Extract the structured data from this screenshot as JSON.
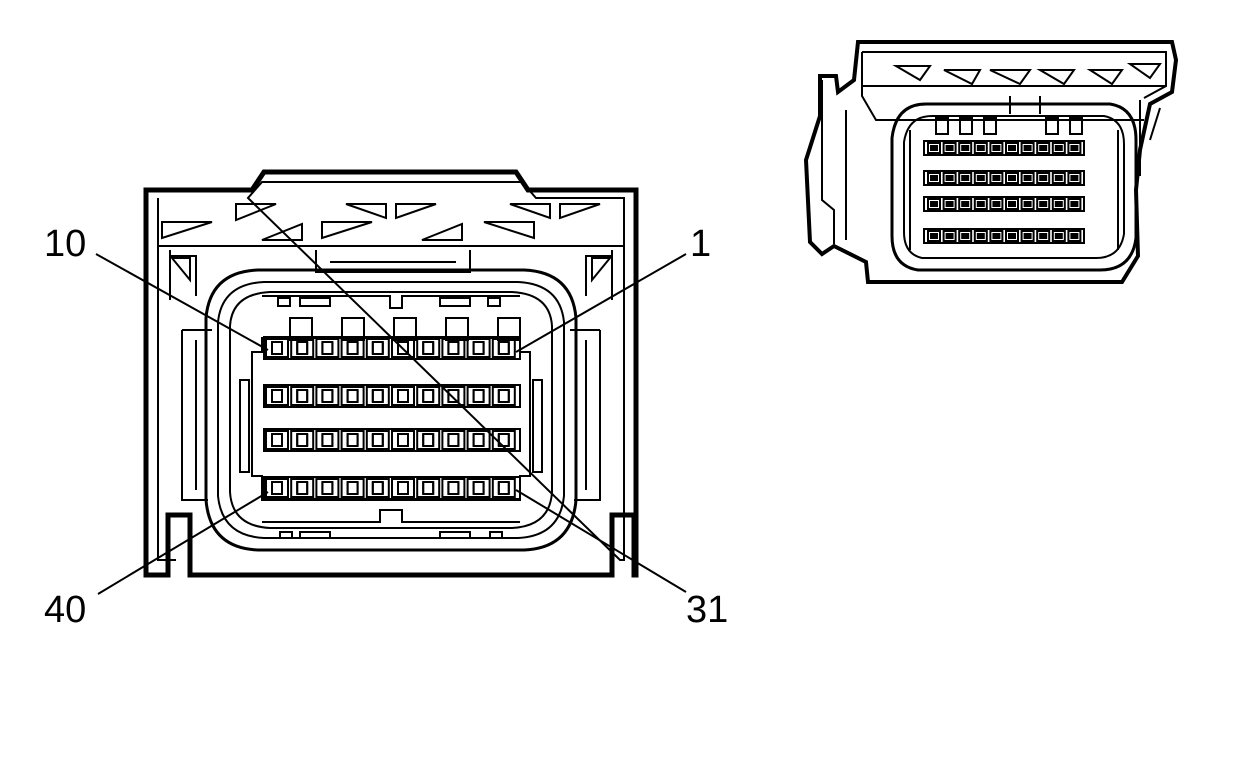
{
  "front_view": {
    "labels": {
      "top_left": "10",
      "top_right": "1",
      "bottom_left": "40",
      "bottom_right": "31"
    },
    "rows": 4,
    "pins_per_row": 10
  },
  "iso_view": {
    "rows": 4,
    "pins_per_row": 10
  },
  "colors": {
    "line": "#000000",
    "background": "#ffffff"
  }
}
